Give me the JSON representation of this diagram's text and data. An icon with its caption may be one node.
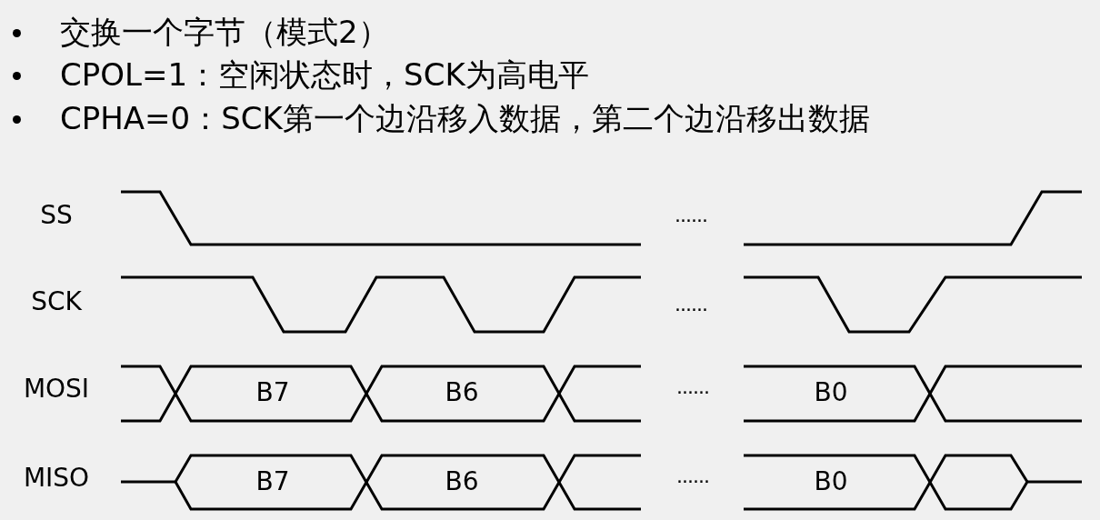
{
  "diagram": {
    "labels": [
      "交换一个字节（模式2）",
      "CPOL=1：空闲状态时，SCK为高电平",
      "CPHA=0：SCK第一个边沿移入数据，第二个边沿移出数据",
      "SS",
      "......",
      "SCK",
      "......",
      "MOSI",
      "B7",
      "B6",
      "......",
      "B0",
      "MISO",
      "B7",
      "B6",
      "......",
      "B0"
    ]
  }
}
